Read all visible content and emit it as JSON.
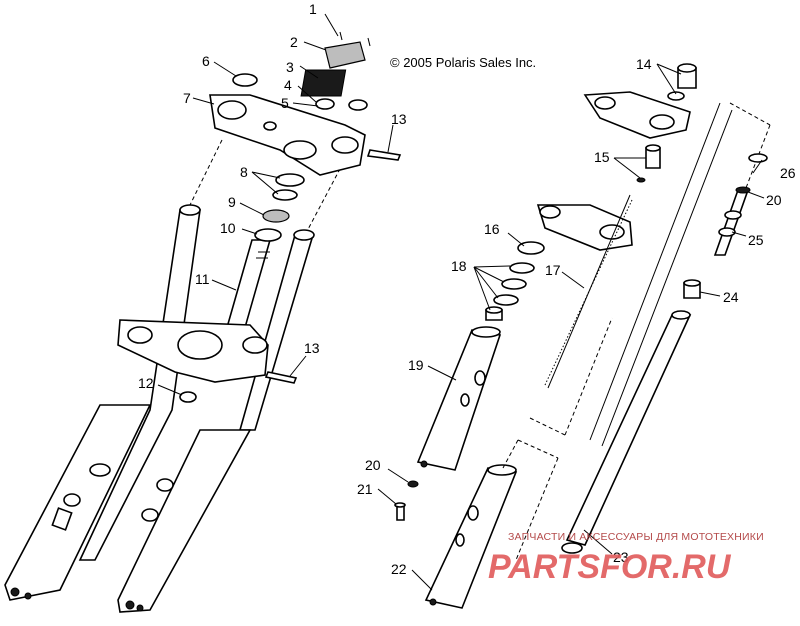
{
  "copyright": "© 2005 Polaris Sales Inc.",
  "watermark": {
    "text": "ЗАПЧАСТИ И АКСЕССУАРЫ ДЛЯ МОТОТЕХНИКИ",
    "logo": "PARTSFOR.RU"
  },
  "callouts": {
    "c1": "1",
    "c2": "2",
    "c3": "3",
    "c4": "4",
    "c5": "5",
    "c6": "6",
    "c7": "7",
    "c8": "8",
    "c9": "9",
    "c10": "10",
    "c11": "11",
    "c12": "12",
    "c13a": "13",
    "c13b": "13",
    "c14": "14",
    "c15": "15",
    "c16": "16",
    "c17": "17",
    "c18": "18",
    "c19": "19",
    "c20a": "20",
    "c20b": "20",
    "c21": "21",
    "c22": "22",
    "c23": "23",
    "c24": "24",
    "c25": "25",
    "c26": "26"
  }
}
